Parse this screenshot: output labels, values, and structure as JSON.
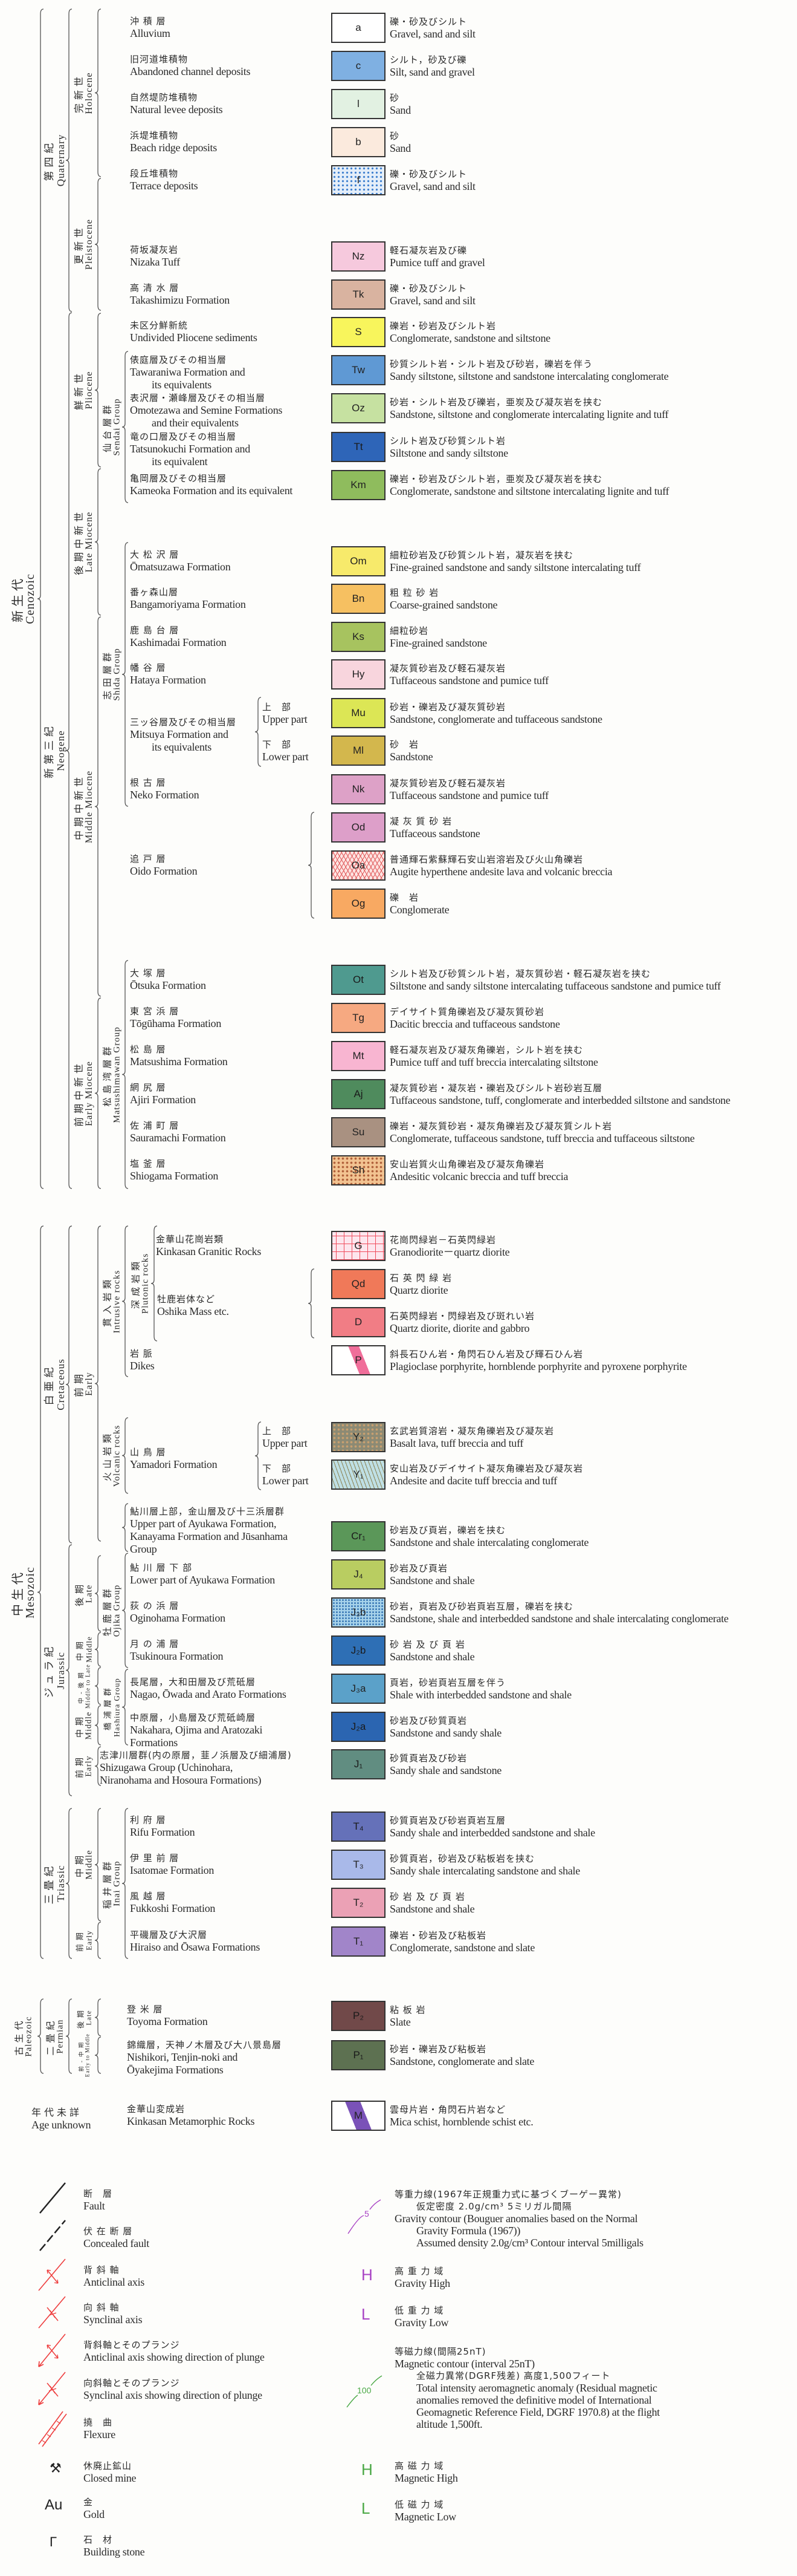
{
  "ages": {
    "cenozoic": {
      "ja": "新生代",
      "en": "Cenozoic"
    },
    "quaternary": {
      "ja": "第四紀",
      "en": "Quaternary"
    },
    "neogene": {
      "ja": "新第三紀",
      "en": "Neogene"
    },
    "holocene": {
      "ja": "完新世",
      "en": "Holocene"
    },
    "pleistocene": {
      "ja": "更新世",
      "en": "Pleistocene"
    },
    "pliocene": {
      "ja": "鮮新世",
      "en": "Pliocene"
    },
    "late_miocene": {
      "ja": "後期中新世",
      "en": "Late Miocene"
    },
    "middle_miocene": {
      "ja": "中期中新世",
      "en": "Middle Miocene"
    },
    "early_miocene": {
      "ja": "前期中新世",
      "en": "Early Miocene"
    },
    "sendai": {
      "ja": "仙台層群",
      "en": "Sendai Group"
    },
    "shida": {
      "ja": "志田層群",
      "en": "Shida Group"
    },
    "matsushimawan": {
      "ja": "松島湾層群",
      "en": "Matsushimawan Group"
    },
    "mesozoic": {
      "ja": "中生代",
      "en": "Mesozoic"
    },
    "cretaceous": {
      "ja": "白亜紀",
      "en": "Cretaceous"
    },
    "cret_early": {
      "ja": "前期",
      "en": "Early"
    },
    "intrusive": {
      "ja": "貫入岩類",
      "en": "Intrusive rocks"
    },
    "plutonic": {
      "ja": "深成岩類",
      "en": "Plutonic rocks"
    },
    "volcanic": {
      "ja": "火山岩類",
      "en": "Volcanic rocks"
    },
    "jurassic": {
      "ja": "ジュラ紀",
      "en": "Jurassic"
    },
    "jur_late": {
      "ja": "後期",
      "en": "Late"
    },
    "jur_middle1": {
      "ja": "中期",
      "en": "Middle"
    },
    "jur_midlate": {
      "ja": "中-後期",
      "en": "Middle to Late"
    },
    "jur_middle2": {
      "ja": "中期",
      "en": "Middle"
    },
    "jur_early": {
      "ja": "前期",
      "en": "Early"
    },
    "ojika": {
      "ja": "牡鹿層群",
      "en": "Ojika Group"
    },
    "hashiura": {
      "ja": "橋浦層群",
      "en": "Hashiura Group"
    },
    "triassic": {
      "ja": "三畳紀",
      "en": "Triassic"
    },
    "tri_middle": {
      "ja": "中期",
      "en": "Middle"
    },
    "tri_early": {
      "ja": "前期",
      "en": "Early"
    },
    "inai": {
      "ja": "稲井層群",
      "en": "Inai Group"
    },
    "paleozoic": {
      "ja": "古生代",
      "en": "Paleozoic"
    },
    "permian": {
      "ja": "二畳紀",
      "en": "Permian"
    },
    "perm_late": {
      "ja": "後期",
      "en": "Late"
    },
    "perm_earlymid": {
      "ja": "前-中期",
      "en": "Early to Middle"
    },
    "age_unknown": {
      "ja": "年代未詳",
      "en": "Age unknown"
    }
  },
  "units": [
    {
      "code": "a",
      "color": "#ffffff",
      "name_ja": "沖 積 層",
      "name_en": [
        "Alluvium"
      ],
      "desc_ja": "礫・砂及びシルト",
      "desc_en": "Gravel, sand and silt"
    },
    {
      "code": "c",
      "color": "#7fb0e2",
      "name_ja": "旧河道堆積物",
      "name_en": [
        "Abandoned channel deposits"
      ],
      "desc_ja": "シルト，砂及び礫",
      "desc_en": "Silt, sand and gravel"
    },
    {
      "code": "l",
      "color": "#e2f1e2",
      "name_ja": "自然堤防堆積物",
      "name_en": [
        "Natural levee deposits"
      ],
      "desc_ja": "砂",
      "desc_en": "Sand"
    },
    {
      "code": "b",
      "color": "#fbeadd",
      "name_ja": "浜堤堆積物",
      "name_en": [
        "Beach ridge deposits"
      ],
      "desc_ja": "砂",
      "desc_en": "Sand"
    },
    {
      "code": "f",
      "color": "#e4eef9",
      "pattern": "dots",
      "name_ja": "段丘堆積物",
      "name_en": [
        "Terrace deposits"
      ],
      "desc_ja": "礫・砂及びシルト",
      "desc_en": "Gravel, sand and silt"
    },
    {
      "code": "Nz",
      "color": "#f6c9dd",
      "name_ja": "荷坂凝灰岩",
      "name_en": [
        "Nizaka Tuff"
      ],
      "desc_ja": "軽石凝灰岩及び礫",
      "desc_en": "Pumice tuff and gravel"
    },
    {
      "code": "Tk",
      "color": "#d9b3a0",
      "name_ja": "高 清 水 層",
      "name_en": [
        "Takashimizu Formation"
      ],
      "desc_ja": "礫・砂及びシルト",
      "desc_en": "Gravel, sand and silt"
    },
    {
      "code": "S",
      "color": "#f8f55c",
      "name_ja": "未区分鮮新統",
      "name_en": [
        "Undivided Pliocene sediments"
      ],
      "desc_ja": "礫岩・砂岩及びシルト岩",
      "desc_en": "Conglomerate, sandstone and siltstone"
    },
    {
      "code": "Tw",
      "color": "#5f99d4",
      "name_ja": "俵庭層及びその相当層",
      "name_en": [
        "Tawaraniwa Formation and",
        "its equivalents"
      ],
      "desc_ja": "砂質シルト岩・シルト岩及び砂岩，礫岩を伴う",
      "desc_en": "Sandy siltstone, siltstone and sandstone intercalating conglomerate"
    },
    {
      "code": "Oz",
      "color": "#c6e1a1",
      "name_ja": "表沢層・瀬峰層及びその相当層",
      "name_en": [
        "Omotezawa and Semine Formations",
        "and their equivalents"
      ],
      "desc_ja": "砂岩・シルト岩及び礫岩，亜炭及び凝灰岩を挟む",
      "desc_en": "Sandstone, siltstone and conglomerate intercalating lignite and tuff"
    },
    {
      "code": "Tt",
      "color": "#2e65b8",
      "name_ja": "竜の口層及びその相当層",
      "name_en": [
        "Tatsunokuchi Formation and",
        "its equivalent"
      ],
      "desc_ja": "シルト岩及び砂質シルト岩",
      "desc_en": "Siltstone and sandy siltstone"
    },
    {
      "code": "Km",
      "color": "#8fbc5d",
      "name_ja": "亀岡層及びその相当層",
      "name_en": [
        "Kameoka Formation and its equivalent"
      ],
      "desc_ja": "礫岩・砂岩及びシルト岩，亜炭及び凝灰岩を挟む",
      "desc_en": "Conglomerate, sandstone and siltstone intercalating lignite and tuff"
    },
    {
      "code": "Om",
      "color": "#f7ea6b",
      "name_ja": "大 松 沢 層",
      "name_en": [
        "Ōmatsuzawa Formation"
      ],
      "desc_ja": "細粒砂岩及び砂質シルト岩，凝灰岩を挟む",
      "desc_en": "Fine-grained sandstone and sandy siltstone intercalating tuff"
    },
    {
      "code": "Bn",
      "color": "#f6c061",
      "name_ja": "番ヶ森山層",
      "name_en": [
        "Bangamoriyama Formation"
      ],
      "desc_ja": "粗 粒 砂 岩",
      "desc_en": "Coarse-grained sandstone"
    },
    {
      "code": "Ks",
      "color": "#a7c35f",
      "name_ja": "鹿 島 台 層",
      "name_en": [
        "Kashimadai Formation"
      ],
      "desc_ja": "細粒砂岩",
      "desc_en": "Fine-grained sandstone"
    },
    {
      "code": "Hy",
      "color": "#f8d5dd",
      "name_ja": "幡 谷 層",
      "name_en": [
        "Hataya Formation"
      ],
      "desc_ja": "凝灰質砂岩及び軽石凝灰岩",
      "desc_en": "Tuffaceous sandstone and pumice tuff"
    },
    {
      "code": "Mu",
      "color": "#dce655",
      "name_ja": "三ッ谷層及びその相当層",
      "name_en": [
        "Mitsuya Formation and",
        "its equivalents"
      ],
      "sub_ja": "上　部",
      "sub_en": "Upper part",
      "desc_ja": "砂岩・礫岩及び凝灰質砂岩",
      "desc_en": "Sandstone, conglomerate and tuffaceous sandstone"
    },
    {
      "code": "Ml",
      "color": "#d3b74d",
      "sub_ja": "下　部",
      "sub_en": "Lower part",
      "desc_ja": "砂　岩",
      "desc_en": "Sandstone"
    },
    {
      "code": "Nk",
      "color": "#dda1c7",
      "name_ja": "根 古 層",
      "name_en": [
        "Neko Formation"
      ],
      "desc_ja": "凝灰質砂岩及び軽石凝灰岩",
      "desc_en": "Tuffaceous sandstone and pumice tuff"
    },
    {
      "code": "Od",
      "color": "#dd9fc9",
      "desc_ja": "凝 灰 質 砂 岩",
      "desc_en": "Tuffaceous sandstone"
    },
    {
      "code": "Oa",
      "color": "#fde4e2",
      "pattern": "v",
      "name_ja": "追 戸 層",
      "name_en": [
        "Oido Formation"
      ],
      "desc_ja": "普通輝石紫蘇輝石安山岩溶岩及び火山角礫岩",
      "desc_en": "Augite hyperthene andesite lava and volcanic breccia"
    },
    {
      "code": "Og",
      "color": "#f8a962",
      "desc_ja": "礫　岩",
      "desc_en": "Conglomerate"
    },
    {
      "code": "Ot",
      "color": "#4f9a8f",
      "name_ja": "大 塚 層",
      "name_en": [
        "Ōtsuka Formation"
      ],
      "desc_ja": "シルト岩及び砂質シルト岩，凝灰質砂岩・軽石凝灰岩を挟む",
      "desc_en": "Siltstone and sandy siltstone intercalating tuffaceous sandstone and pumice tuff"
    },
    {
      "code": "Tg",
      "color": "#f6a981",
      "name_ja": "東 宮 浜 層",
      "name_en": [
        "Tōgūhama Formation"
      ],
      "desc_ja": "デイサイト質角礫岩及び凝灰質砂岩",
      "desc_en": "Dacitic breccia and tuffaceous sandstone"
    },
    {
      "code": "Mt",
      "color": "#f8b5d1",
      "name_ja": "松 島 層",
      "name_en": [
        "Matsushima Formation"
      ],
      "desc_ja": "軽石凝灰岩及び凝灰角礫岩，シルト岩を挟む",
      "desc_en": "Pumice tuff and tuff breccia intercalating siltstone"
    },
    {
      "code": "Aj",
      "color": "#4f8b5d",
      "name_ja": "網 尻 層",
      "name_en": [
        "Ajiri Formation"
      ],
      "desc_ja": "凝灰質砂岩・凝灰岩・礫岩及びシルト岩砂岩互層",
      "desc_en": "Tuffaceous sandstone, tuff, conglomerate and interbedded siltstone and sandstone"
    },
    {
      "code": "Su",
      "color": "#a99181",
      "name_ja": "佐 浦 町 層",
      "name_en": [
        "Sauramachi Formation"
      ],
      "desc_ja": "礫岩・凝灰質砂岩・凝灰角礫岩及び凝灰質シルト岩",
      "desc_en": "Conglomerate, tuffaceous sandstone, tuff breccia and tuffaceous siltstone"
    },
    {
      "code": "Sh",
      "color": "#f2c391",
      "pattern": "tri",
      "name_ja": "塩 釜 層",
      "name_en": [
        "Shiogama Formation"
      ],
      "desc_ja": "安山岩質火山角礫岩及び凝灰角礫岩",
      "desc_en": "Andesitic volcanic breccia and tuff breccia"
    },
    {
      "code": "G",
      "color": "#fde6ee",
      "pattern": "cross",
      "name_ja": "金華山花崗岩類",
      "name_en": [
        "Kinkasan Granitic Rocks"
      ],
      "desc_ja": "花崗閃緑岩－石英閃緑岩",
      "desc_en": "Granodiorite－quartz diorite"
    },
    {
      "code": "Qd",
      "color": "#f07959",
      "name_ja": "牡鹿岩体など",
      "name_en": [
        "Oshika Mass etc."
      ],
      "desc_ja": "石 英 閃 緑 岩",
      "desc_en": "Quartz diorite"
    },
    {
      "code": "D",
      "color": "#f17d85",
      "desc_ja": "石英閃緑岩・閃緑岩及び斑れい岩",
      "desc_en": "Quartz diorite, diorite and gabbro"
    },
    {
      "code": "P",
      "color": "#ffffff",
      "pattern": "dike",
      "name_ja": "岩 脈",
      "name_en": [
        "Dikes"
      ],
      "desc_ja": "斜長石ひん岩・角閃石ひん岩及び輝石ひん岩",
      "desc_en": "Plagioclase porphyrite, hornblende porphyrite and pyroxene porphyrite"
    },
    {
      "code": "Y₂",
      "color": "#8c8a74",
      "pattern": "tri2",
      "name_ja": "山 鳥 層",
      "name_en": [
        "Yamadori Formation"
      ],
      "sub_ja": "上　部",
      "sub_en": "Upper part",
      "desc_ja": "玄武岩質溶岩・凝灰角礫岩及び凝灰岩",
      "desc_en": "Basalt lava, tuff breccia and tuff"
    },
    {
      "code": "Y₁",
      "color": "#bfdfe4",
      "pattern": "dash",
      "sub_ja": "下　部",
      "sub_en": "Lower part",
      "desc_ja": "安山岩及びデイサイト凝灰角礫岩及び凝灰岩",
      "desc_en": "Andesite and dacite tuff breccia and tuff"
    },
    {
      "code": "Cr₁",
      "color": "#5b9759",
      "name_ja": "鮎川層上部，金山層及び十三浜層群",
      "name_en": [
        "Upper part of Ayukawa Formation,",
        "Kanayama Formation and Jūsanhama",
        "Group"
      ],
      "desc_ja": "砂岩及び頁岩，礫岩を挟む",
      "desc_en": "Sandstone and shale intercalating conglomerate"
    },
    {
      "code": "J₄",
      "color": "#b9cd61",
      "name_ja": "鮎 川 層 下 部",
      "name_en": [
        "Lower part of Ayukawa Formation"
      ],
      "desc_ja": "砂岩及び頁岩",
      "desc_en": "Sandstone and shale"
    },
    {
      "code": "J₃b",
      "color": "#a6d2ea",
      "pattern": "dots2",
      "name_ja": "荻 の 浜 層",
      "name_en": [
        "Oginohama Formation"
      ],
      "desc_ja": "砂岩，頁岩及び砂岩頁岩互層，礫岩を挟む",
      "desc_en": "Sandstone, shale and interbedded sandstone and shale intercalating conglomerate"
    },
    {
      "code": "J₂b",
      "color": "#2e6fb5",
      "name_ja": "月 の 浦 層",
      "name_en": [
        "Tsukinoura Formation"
      ],
      "desc_ja": "砂 岩 及 び 頁 岩",
      "desc_en": "Sandstone and shale"
    },
    {
      "code": "J₃a",
      "color": "#5ba1c9",
      "name_ja": "長尾層，大和田層及び荒砥層",
      "name_en": [
        "Nagao, Ōwada and Arato Formations"
      ],
      "desc_ja": "頁岩，砂岩頁岩互層を伴う",
      "desc_en": "Shale with interbedded sandstone and shale"
    },
    {
      "code": "J₂a",
      "color": "#2b65b1",
      "name_ja": "中原層，小島層及び荒砥崎層",
      "name_en": [
        "Nakahara, Ojima and Aratozaki",
        "Formations"
      ],
      "desc_ja": "砂岩及び砂質頁岩",
      "desc_en": "Sandstone and sandy shale"
    },
    {
      "code": "J₁",
      "color": "#618d81",
      "name_ja": "志津川層群(内の原層，韮ノ浜層及び細浦層)",
      "name_en": [
        "Shizugawa Group (Uchinohara,",
        "Niranohama and Hosoura Formations)"
      ],
      "desc_ja": "砂質頁岩及び砂岩",
      "desc_en": "Sandy shale and sandstone"
    },
    {
      "code": "T₄",
      "color": "#6571b9",
      "name_ja": "利 府 層",
      "name_en": [
        "Rifu Formation"
      ],
      "desc_ja": "砂質頁岩及び砂岩頁岩互層",
      "desc_en": "Sandy shale and interbedded sandstone and shale"
    },
    {
      "code": "T₃",
      "color": "#a9b9e9",
      "name_ja": "伊 里 前 層",
      "name_en": [
        "Isatomae Formation"
      ],
      "desc_ja": "砂質頁岩，砂岩及び粘板岩を挟む",
      "desc_en": "Sandy shale intercalating sandstone and shale"
    },
    {
      "code": "T₂",
      "color": "#eba1b5",
      "name_ja": "風 越 層",
      "name_en": [
        "Fukkoshi Formation"
      ],
      "desc_ja": "砂 岩 及 び 頁 岩",
      "desc_en": "Sandstone and shale"
    },
    {
      "code": "T₁",
      "color": "#a185c9",
      "name_ja": "平磯層及び大沢層",
      "name_en": [
        "Hiraiso and Ōsawa Formations"
      ],
      "desc_ja": "礫岩・砂岩及び粘板岩",
      "desc_en": "Conglomerate, sandstone and slate"
    },
    {
      "code": "P₂",
      "color": "#714949",
      "name_ja": "登 米 層",
      "name_en": [
        "Toyoma Formation"
      ],
      "desc_ja": "粘 板 岩",
      "desc_en": "Slate"
    },
    {
      "code": "P₁",
      "color": "#5d7151",
      "name_ja": "錦織層，天神ノ木層及び大八景島層",
      "name_en": [
        "Nishikori, Tenjin-noki and",
        "Ōyakejima Formations"
      ],
      "desc_ja": "砂岩・礫岩及び粘板岩",
      "desc_en": "Sandstone, conglomerate and slate"
    },
    {
      "code": "M",
      "color": "#ffffff",
      "pattern": "meta",
      "name_ja": "金華山変成岩",
      "name_en": [
        "Kinkasan Metamorphic Rocks"
      ],
      "desc_ja": "雲母片岩・角閃石片岩など",
      "desc_en": "Mica schist, hornblende schist etc."
    }
  ],
  "legend": {
    "left": [
      {
        "icon": "fault-icon",
        "ja": "断　層",
        "en": "Fault"
      },
      {
        "icon": "concealed-fault-icon",
        "ja": "伏 在 断 層",
        "en": "Concealed fault"
      },
      {
        "icon": "anticlinal-axis-icon",
        "ja": "背 斜 軸",
        "en": "Anticlinal axis"
      },
      {
        "icon": "synclinal-axis-icon",
        "ja": "向 斜 軸",
        "en": "Synclinal axis"
      },
      {
        "icon": "anticline-plunge-icon",
        "ja": "背斜軸とそのプランジ",
        "en": "Anticlinal axis showing direction of plunge"
      },
      {
        "icon": "syncline-plunge-icon",
        "ja": "向斜軸とそのプランジ",
        "en": "Synclinal axis showing direction of plunge"
      },
      {
        "icon": "flexure-icon",
        "ja": "撓　曲",
        "en": "Flexure"
      },
      {
        "icon": "closed-mine-icon",
        "symbol": "⚒",
        "ja": "休廃止鉱山",
        "en": "Closed mine"
      },
      {
        "icon": "gold-icon",
        "symbol": "Au",
        "ja": "金",
        "en": "Gold"
      },
      {
        "icon": "building-stone-icon",
        "symbol": "Γ",
        "ja": "石　材",
        "en": "Building stone"
      }
    ],
    "gravity_contour": {
      "label": "5",
      "lines": [
        "等重力線(1967年正規重力式に基づくブーゲー異常)",
        "仮定密度 2.0g/cm³ 5ミリガル間隔",
        "Gravity contour (Bouguer anomalies based on the Normal",
        "Gravity Formula (1967))",
        "Assumed density 2.0g/cm³  Contour interval 5milligals"
      ]
    },
    "gravity_high": {
      "symbol": "H",
      "ja": "高 重 力 域",
      "en": "Gravity High"
    },
    "gravity_low": {
      "symbol": "L",
      "ja": "低 重 力 域",
      "en": "Gravity Low"
    },
    "magnetic_contour": {
      "label": "100",
      "lines": [
        "等磁力線(間隔25nT)",
        "Magnetic contour (interval 25nT)",
        "全磁力異常(DGRF残差) 高度1,500フィート",
        "Total intensity aeromagnetic anomaly (Residual magnetic",
        "anomalies removed the definitive model of International",
        "Geomagnetic Reference Field, DGRF 1970.8) at the flight",
        "altitude 1,500ft."
      ]
    },
    "magnetic_high": {
      "symbol": "H",
      "ja": "高 磁 力 域",
      "en": "Magnetic High"
    },
    "magnetic_low": {
      "symbol": "L",
      "ja": "低 磁 力 域",
      "en": "Magnetic Low"
    },
    "colors": {
      "gravity": "#a842c4",
      "magnetic": "#4aa845",
      "structure": "#ee3d3d"
    }
  }
}
